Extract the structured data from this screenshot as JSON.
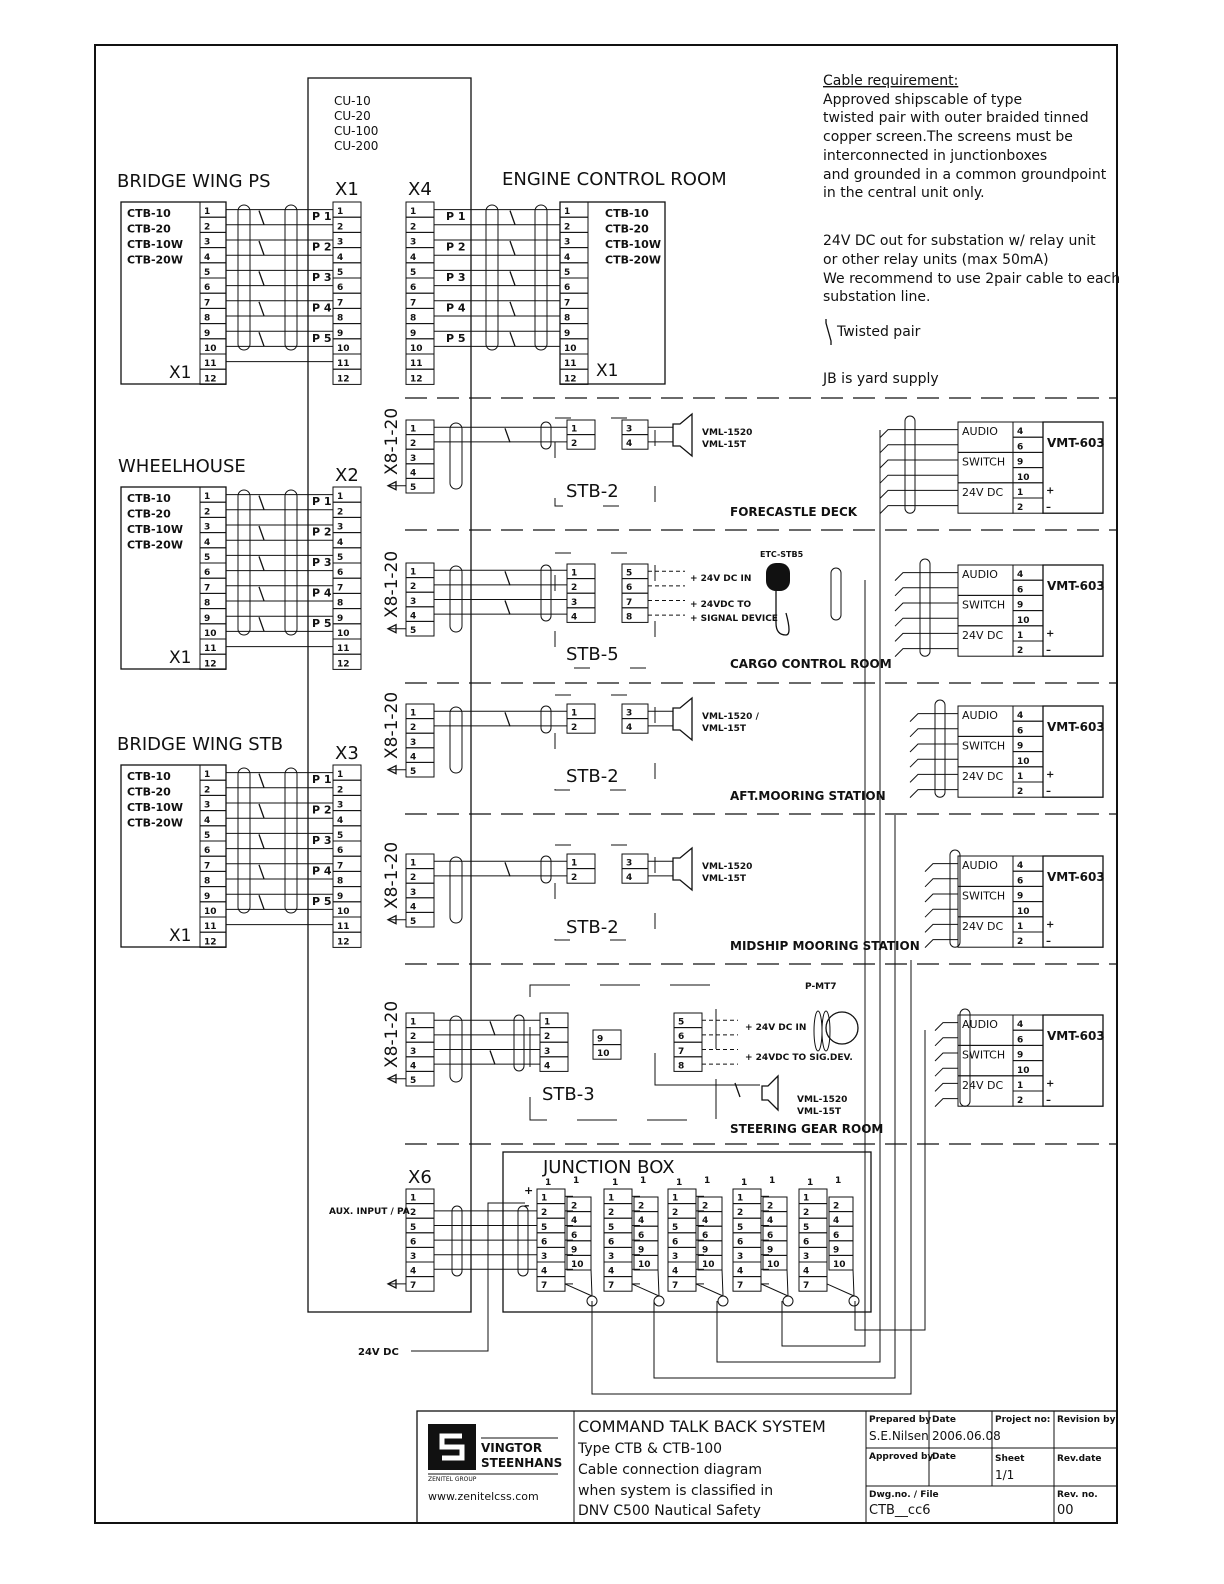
{
  "central_unit": {
    "models": [
      "CU-10",
      "CU-20",
      "CU-100",
      "CU-200"
    ]
  },
  "terminal_labels": {
    "x1": "X1",
    "x2": "X2",
    "x3": "X3",
    "x4": "X4",
    "x6": "X6",
    "x8": "X8-1-20"
  },
  "stations": {
    "bridge_ps": {
      "title": "BRIDGE WING PS",
      "models": [
        "CTB-10",
        "CTB-20",
        "CTB-10W",
        "CTB-20W"
      ],
      "conn": "X1"
    },
    "wheelhouse": {
      "title": "WHEELHOUSE",
      "models": [
        "CTB-10",
        "CTB-20",
        "CTB-10W",
        "CTB-20W"
      ],
      "conn": "X1"
    },
    "bridge_stb": {
      "title": "BRIDGE WING STB",
      "models": [
        "CTB-10",
        "CTB-20",
        "CTB-10W",
        "CTB-20W"
      ],
      "conn": "X1"
    },
    "ecr": {
      "title": "ENGINE CONTROL ROOM",
      "models": [
        "CTB-10",
        "CTB-20",
        "CTB-10W",
        "CTB-20W"
      ],
      "conn": "X1"
    }
  },
  "pairs": [
    "P 1",
    "P 2",
    "P 3",
    "P 4",
    "P 5"
  ],
  "notes": {
    "cable_heading": "Cable requirement:",
    "cable_lines": [
      "Approved shipscable of type",
      "twisted pair with outer braided tinned",
      "copper screen.The screens must be",
      "interconnected in junctionboxes",
      "and grounded in a common groundpoint",
      "in the central unit only."
    ],
    "relay_lines": [
      "24V DC out for substation w/ relay unit",
      "or other relay units (max 50mA)",
      "We recommend to use 2pair cable to each",
      "substation line."
    ],
    "twisted_pair": "Twisted pair",
    "jb_supply": "JB is yard supply"
  },
  "substations": [
    {
      "stb": "STB-2",
      "location": "FORECASTLE DECK",
      "speaker": [
        "VML-1520",
        "VML-15T"
      ]
    },
    {
      "stb": "STB-5",
      "location": "CARGO CONTROL ROOM",
      "mic": "ETC-STB5",
      "io": [
        "24V DC IN",
        "24VDC TO",
        "SIGNAL DEVICE"
      ]
    },
    {
      "stb": "STB-2",
      "location": "AFT.MOORING STATION",
      "speaker": [
        "VML-1520 /",
        "VML-15T"
      ]
    },
    {
      "stb": "STB-2",
      "location": "MIDSHIP MOORING STATION",
      "speaker": [
        "VML-1520",
        "VML-15T"
      ]
    },
    {
      "stb": "STB-3",
      "location": "STEERING GEAR ROOM",
      "headset": "P-MT7",
      "io": [
        "24V DC IN",
        "24VDC TO  SIG.DEV."
      ],
      "speaker": [
        "VML-1520",
        "VML-15T"
      ]
    }
  ],
  "vmt": {
    "model": "VMT-603",
    "labels": [
      "AUDIO",
      "SWITCH",
      "24V DC"
    ],
    "terms": [
      "4",
      "6",
      "9",
      "10",
      "1",
      "2"
    ],
    "pol": [
      "+",
      "–"
    ]
  },
  "junction": {
    "title": "JUNCTION BOX",
    "aux": "AUX. INPUT / PA",
    "dc": "24V DC",
    "x6_terms": [
      "1",
      "2",
      "5",
      "6",
      "3",
      "4",
      "7"
    ]
  },
  "title_block": {
    "company1": "VINGTOR",
    "company2": "STEENHANS",
    "group": "ZENITEL GROUP",
    "url": "www.zenitelcss.com",
    "lines": [
      "COMMAND TALK BACK SYSTEM",
      "Type CTB & CTB-100",
      "Cable connection diagram",
      "when system is classified in",
      "DNV C500 Nautical Safety"
    ],
    "prepared_by_label": "Prepared by",
    "prepared_by": "S.E.Nilsen",
    "date_label": "Date",
    "date": "2006.06.08",
    "project_label": "Project no:",
    "revision_label": "Revision by",
    "approved_label": "Approved by",
    "date2_label": "Date",
    "sheet_label": "Sheet",
    "sheet": "1/1",
    "revdate_label": "Rev.date",
    "dwg_label": "Dwg.no. / File",
    "dwg": "CTB__cc6",
    "revno_label": "Rev. no.",
    "revno": "00"
  }
}
